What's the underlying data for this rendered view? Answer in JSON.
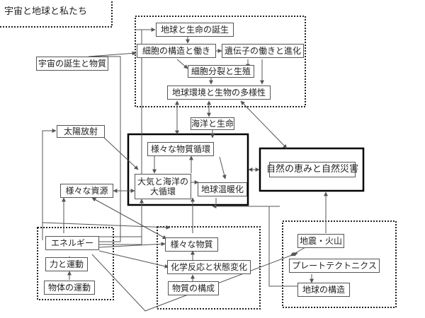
{
  "nodes": {
    "space_earth_us": "宇宙と地球と私たち",
    "birth_earth_life": "地球と生命の誕生",
    "cell_structure": "細胞の構造と働き",
    "gene_evolution": "遺伝子の働きと進化",
    "cell_division": "細胞分裂と生殖",
    "earth_env_diversity": "地球環境と生物の多様性",
    "universe_birth": "宇宙の誕生と物質",
    "ocean_life": "海洋と生命",
    "solar_radiation": "太陽放射",
    "material_cycles": "様々な物質循環",
    "natural_blessings": "自然の恵みと自然災害",
    "resources": "様々な資源",
    "atmo_ocean_line1": "大気と海洋の",
    "atmo_ocean_line2": "大循環",
    "global_warming": "地球温暖化",
    "energy": "エネルギー",
    "various_materials": "様々な物質",
    "earthquake_volcano": "地震・火山",
    "force_motion": "力と運動",
    "chem_reaction": "化学反応と状態変化",
    "plate_tectonics": "プレートテクトニクス",
    "object_motion": "物体の運動",
    "matter_structure": "物質の構成",
    "earth_structure": "地球の構造"
  }
}
